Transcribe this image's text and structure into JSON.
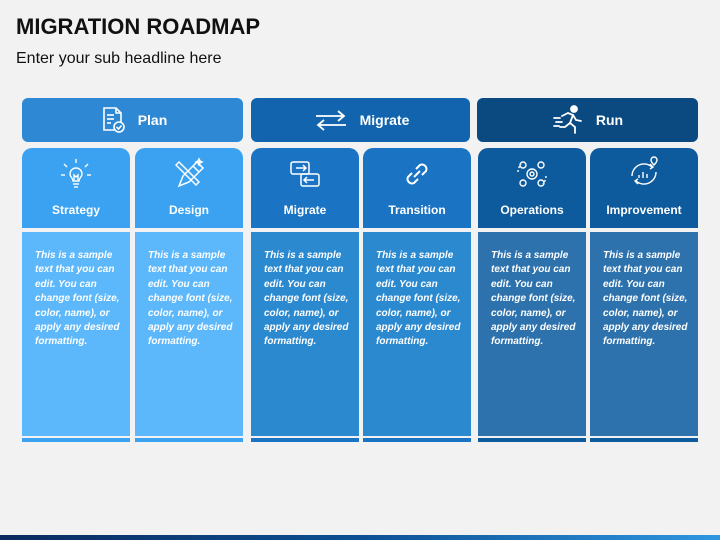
{
  "title": "MIGRATION ROADMAP",
  "subtitle": "Enter your sub headline here",
  "phases": [
    {
      "label": "Plan",
      "icon": "document-check-icon",
      "color": "#2e88d4"
    },
    {
      "label": "Migrate",
      "icon": "arrows-exchange-icon",
      "color": "#1164ad"
    },
    {
      "label": "Run",
      "icon": "running-person-icon",
      "color": "#0b4a80"
    }
  ],
  "columns": [
    {
      "label": "Strategy",
      "icon": "lightbulb-icon",
      "head_color": "#3aa2f0",
      "body_color": "#5db8fb",
      "foot_color": "#3aa2f0",
      "text": "This is a sample text that you can edit. You can change font (size, color, name), or apply any desired formatting."
    },
    {
      "label": "Design",
      "icon": "design-tools-icon",
      "head_color": "#3aa2f0",
      "body_color": "#5db8fb",
      "foot_color": "#3aa2f0",
      "text": "This is a sample text that you can edit. You can change font (size, color, name), or apply any desired formatting."
    },
    {
      "label": "Migrate",
      "icon": "transfer-icon",
      "head_color": "#1a73c3",
      "body_color": "#2b89d0",
      "foot_color": "#1a73c3",
      "text": "This is a sample text that you can edit. You can change font (size, color, name), or apply any desired formatting."
    },
    {
      "label": "Transition",
      "icon": "link-icon",
      "head_color": "#1a73c3",
      "body_color": "#2b89d0",
      "foot_color": "#1a73c3",
      "text": "This is a sample text that you can edit. You can change font (size, color, name), or apply any desired formatting."
    },
    {
      "label": "Operations",
      "icon": "gears-cycle-icon",
      "head_color": "#0d5a9c",
      "body_color": "#2d72ad",
      "foot_color": "#0d5a9c",
      "text": "This is a sample text that you can edit. You can change font (size, color, name), or apply any desired formatting."
    },
    {
      "label": "Improvement",
      "icon": "growth-chart-icon",
      "head_color": "#0d5a9c",
      "body_color": "#2d72ad",
      "foot_color": "#0d5a9c",
      "text": "This is a sample text that you can edit. You can change font (size, color, name), or apply any desired formatting."
    }
  ]
}
